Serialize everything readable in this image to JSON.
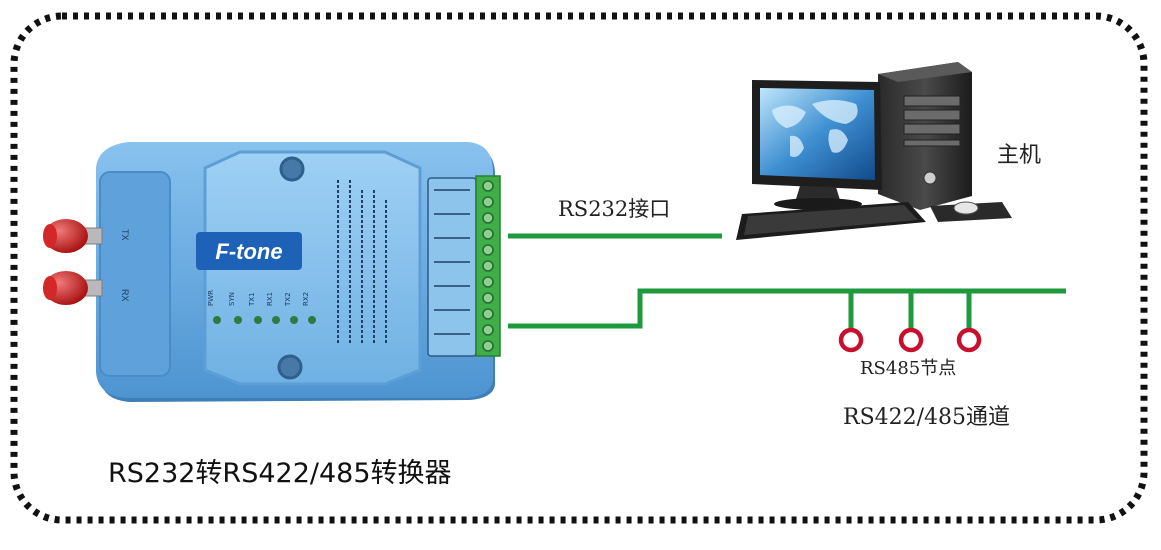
{
  "labels": {
    "interface_rs232": "RS232接口",
    "host": "主机",
    "node_rs485": "RS485节点",
    "channel": "RS422/485通道",
    "converter_title": "RS232转RS422/485转换器"
  },
  "device": {
    "brand": "F-tone",
    "port_tx": "TX",
    "port_rx": "RX",
    "leds": [
      "PWR",
      "SYN",
      "TX1",
      "RX1",
      "TX2",
      "RX2"
    ]
  },
  "colors": {
    "line": "#1e9a3c",
    "node": "#c8102e",
    "device_body": "#6aaee0",
    "device_panel": "#8cc4ec",
    "terminal": "#3fae49",
    "sma": "#cc1f1f",
    "border": "#111111"
  }
}
